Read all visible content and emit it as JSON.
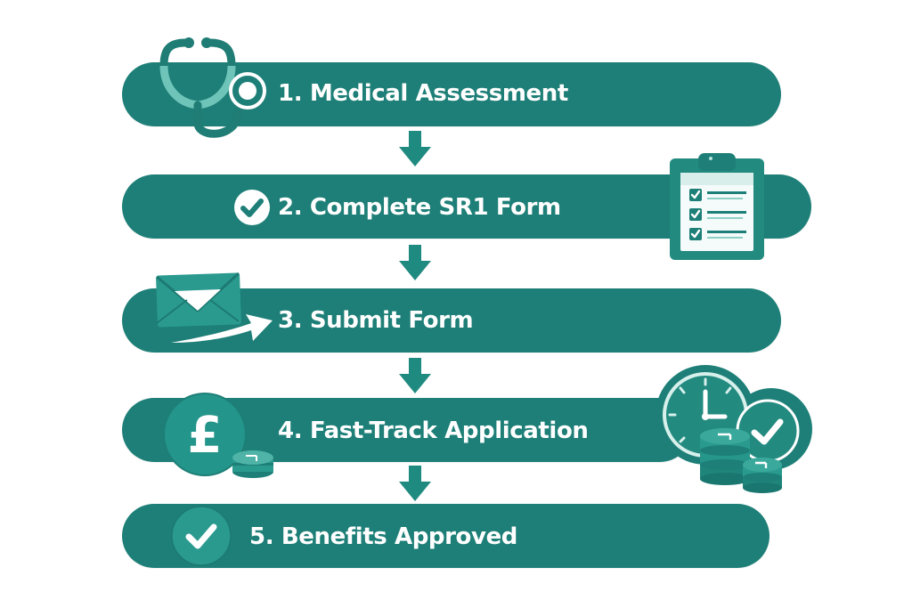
{
  "diagram": {
    "type": "vertical-process-flow",
    "colors": {
      "bar": "#1d7f77",
      "icon_dark": "#1f7d75",
      "icon_light": "#2a9a8f",
      "icon_pale": "#6ec4b8",
      "text": "#ffffff",
      "background": "#ffffff"
    },
    "steps": [
      {
        "number": "1",
        "label": "1. Medical Assessment",
        "icon": "stethoscope-icon"
      },
      {
        "number": "2",
        "label": "2. Complete SR1 Form",
        "icon": "check-circle-icon",
        "side_icon": "clipboard-checklist-icon"
      },
      {
        "number": "3",
        "label": "3. Submit Form",
        "icon": "envelope-send-icon"
      },
      {
        "number": "4",
        "label": "4. Fast-Track Application",
        "icon": "pound-coin-icon",
        "side_icon": "clock-coins-check-icon"
      },
      {
        "number": "5",
        "label": "5. Benefits Approved",
        "icon": "check-circle-icon"
      }
    ],
    "connectors": [
      "down-arrow",
      "down-arrow",
      "down-arrow",
      "down-arrow"
    ]
  }
}
